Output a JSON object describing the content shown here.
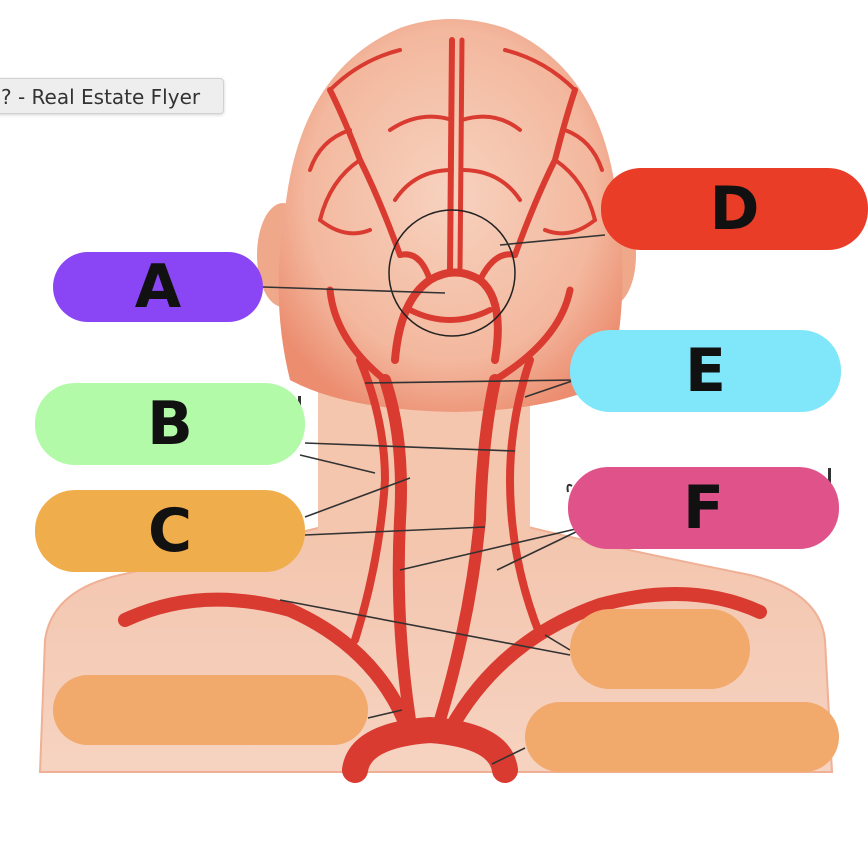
{
  "tooltip": {
    "text": "? - Real Estate Flyer"
  },
  "labels": [
    {
      "id": "a",
      "text": "A",
      "color": "#8a46f5"
    },
    {
      "id": "b",
      "text": "B",
      "color": "#b2faa8"
    },
    {
      "id": "c",
      "text": "C",
      "color": "#f0ad4c"
    },
    {
      "id": "d",
      "text": "D",
      "color": "#e93d27"
    },
    {
      "id": "e",
      "text": "E",
      "color": "#80e6fa"
    },
    {
      "id": "f",
      "text": "F",
      "color": "#e0538a"
    }
  ],
  "blank_labels": [
    {
      "id": "blank-1",
      "text": "",
      "color": "#f2a96c"
    },
    {
      "id": "blank-2",
      "text": "",
      "color": "#f2a96c"
    },
    {
      "id": "blank-3",
      "text": "",
      "color": "#f2a96c"
    }
  ],
  "colors": {
    "skin": "#f4c6ae",
    "skin_edge": "#ee9878",
    "artery": "#da3b31",
    "leader_line": "#333333"
  }
}
